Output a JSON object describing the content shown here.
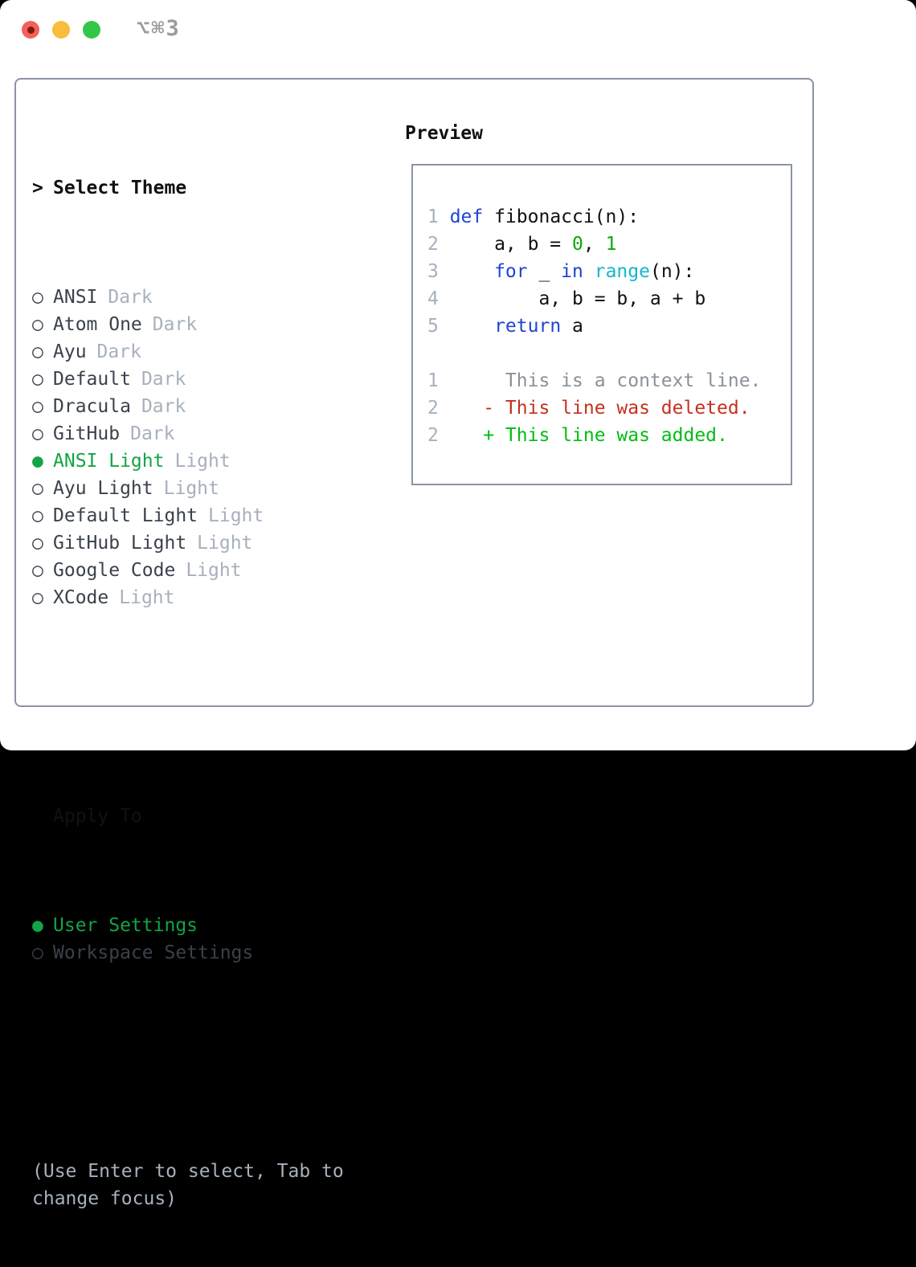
{
  "window": {
    "controls": [
      {
        "name": "close",
        "color": "#f4605a",
        "dot": "#7c1a12"
      },
      {
        "name": "minimize",
        "color": "#f8bd3c"
      },
      {
        "name": "zoom",
        "color": "#33c748"
      }
    ],
    "shortcut_label": "⌥⌘3"
  },
  "icons": {
    "radio_unselected": "○",
    "radio_selected": "●",
    "prompt_caret": ">"
  },
  "theme_selector": {
    "prompt": ">",
    "title": "Select Theme",
    "items": [
      {
        "name": "ANSI",
        "tag": "Dark",
        "selected": false
      },
      {
        "name": "Atom One",
        "tag": "Dark",
        "selected": false
      },
      {
        "name": "Ayu",
        "tag": "Dark",
        "selected": false
      },
      {
        "name": "Default",
        "tag": "Dark",
        "selected": false
      },
      {
        "name": "Dracula",
        "tag": "Dark",
        "selected": false
      },
      {
        "name": "GitHub",
        "tag": "Dark",
        "selected": false
      },
      {
        "name": "ANSI Light",
        "tag": "Light",
        "selected": true
      },
      {
        "name": "Ayu Light",
        "tag": "Light",
        "selected": false
      },
      {
        "name": "Default Light",
        "tag": "Light",
        "selected": false
      },
      {
        "name": "GitHub Light",
        "tag": "Light",
        "selected": false
      },
      {
        "name": "Google Code",
        "tag": "Light",
        "selected": false
      },
      {
        "name": "XCode",
        "tag": "Light",
        "selected": false
      }
    ]
  },
  "apply_to": {
    "title": "Apply To",
    "options": [
      {
        "label": "User Settings",
        "selected": true
      },
      {
        "label": "Workspace Settings",
        "selected": false
      }
    ]
  },
  "hint_lines": [
    "(Use Enter to select, Tab to",
    "change focus)"
  ],
  "preview": {
    "title": "Preview",
    "lines": [
      {
        "n": "1",
        "t": [
          [
            "def",
            "kw"
          ],
          [
            " fibonacci(n):",
            "pl"
          ]
        ]
      },
      {
        "n": "2",
        "t": [
          [
            "    a, b = ",
            "pl"
          ],
          [
            "0",
            "num"
          ],
          [
            ", ",
            "pl"
          ],
          [
            "1",
            "num"
          ]
        ]
      },
      {
        "n": "3",
        "t": [
          [
            "    ",
            "pl"
          ],
          [
            "for",
            "kw"
          ],
          [
            " _ ",
            "pl"
          ],
          [
            "in",
            "kw"
          ],
          [
            " ",
            "pl"
          ],
          [
            "range",
            "bi"
          ],
          [
            "(n):",
            "pl"
          ]
        ]
      },
      {
        "n": "4",
        "t": [
          [
            "        a, b = b, a + b",
            "pl"
          ]
        ]
      },
      {
        "n": "5",
        "t": [
          [
            "    ",
            "pl"
          ],
          [
            "return",
            "kw"
          ],
          [
            " a",
            "pl"
          ]
        ]
      },
      {
        "n": "",
        "t": []
      },
      {
        "n": "1",
        "t": [
          [
            "     This is a context line.",
            "ctx"
          ]
        ]
      },
      {
        "n": "2",
        "t": [
          [
            "   - This line was deleted.",
            "del"
          ]
        ]
      },
      {
        "n": "2",
        "t": [
          [
            "   + This line was added.",
            "add"
          ]
        ]
      }
    ]
  },
  "colors": {
    "selected_green": "#13a445",
    "keyword_blue": "#1e44d2",
    "builtin_cyan": "#16b6cc",
    "number_green": "#0aa80e",
    "added_green": "#00bd13",
    "deleted_red": "#c5301d",
    "context_gray": "#8a9199",
    "muted_gray": "#a7b0bd",
    "label_dark": "#3a414d",
    "border_gray": "#8b94a3",
    "heading_black": "#111111"
  }
}
